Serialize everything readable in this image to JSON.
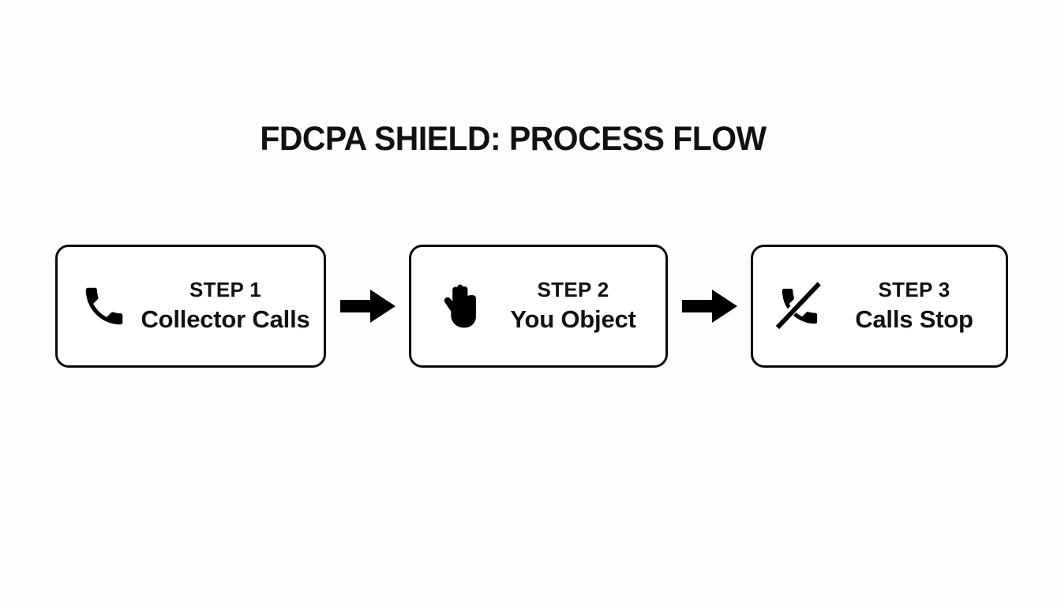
{
  "canvas": {
    "background_color": "#fdfdfd",
    "ink_color": "#111111"
  },
  "header": {
    "title": "FDCPA SHIELD: PROCESS FLOW"
  },
  "diagram": {
    "type": "process-flow",
    "orientation": "horizontal",
    "steps": [
      {
        "step_label": "STEP 1",
        "title": "Collector Calls",
        "icon": "phone-icon"
      },
      {
        "step_label": "STEP 2",
        "title": "You Object",
        "icon": "raised-hand-icon"
      },
      {
        "step_label": "STEP 3",
        "title": "Calls Stop",
        "icon": "phone-off-icon"
      }
    ],
    "connectors": [
      {
        "icon": "arrow-right-icon",
        "from": "STEP 1",
        "to": "STEP 2"
      },
      {
        "icon": "arrow-right-icon",
        "from": "STEP 2",
        "to": "STEP 3"
      }
    ]
  }
}
